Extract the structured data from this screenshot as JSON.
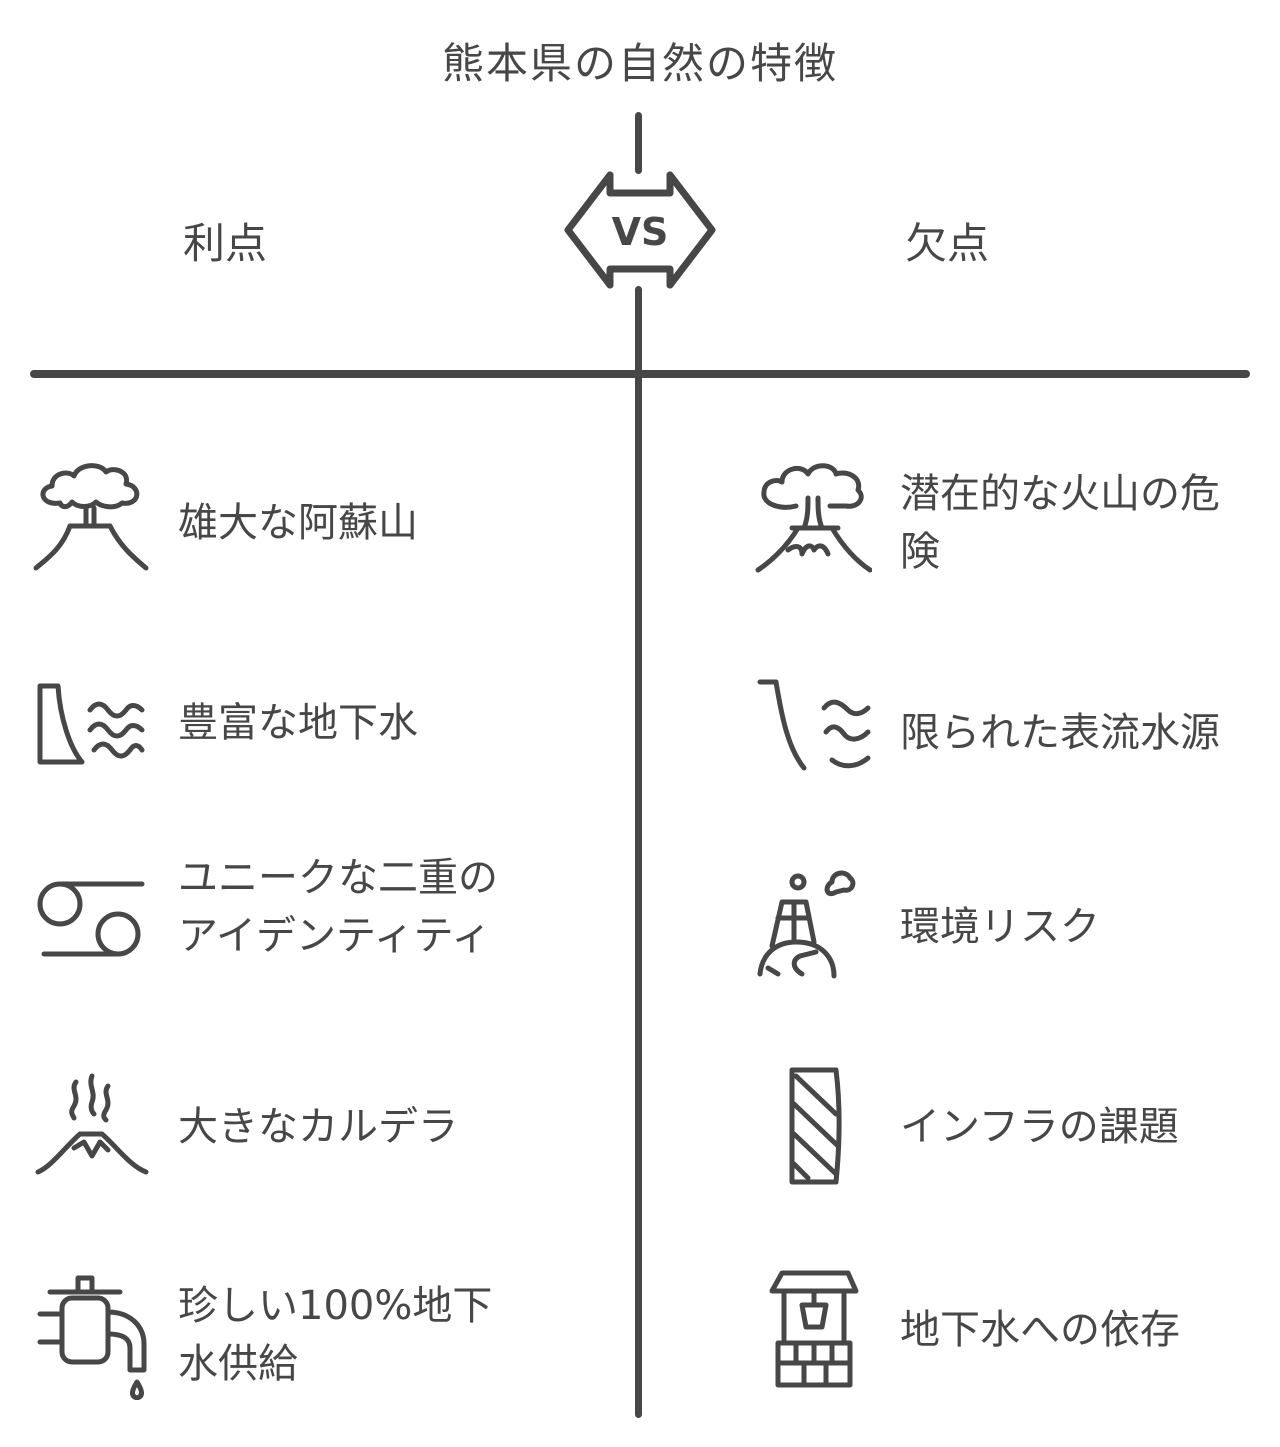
{
  "title": "熊本県の自然の特徴",
  "vs_label": "VS",
  "columns": {
    "left": {
      "header": "利点",
      "items": [
        {
          "icon": "volcano-cloud-icon",
          "label": "雄大な阿蘇山"
        },
        {
          "icon": "dam-water-icon",
          "label": "豊富な地下水"
        },
        {
          "icon": "double-loop-icon",
          "label": "ユニークな二重のアイデンティティ"
        },
        {
          "icon": "steaming-mountain-icon",
          "label": "大きなカルデラ"
        },
        {
          "icon": "water-tap-icon",
          "label": "珍しい100%地下水供給"
        }
      ]
    },
    "right": {
      "header": "欠点",
      "items": [
        {
          "icon": "erupting-volcano-icon",
          "label": "潜在的な火山の危険"
        },
        {
          "icon": "dry-stream-icon",
          "label": "限られた表流水源"
        },
        {
          "icon": "factory-pollution-icon",
          "label": "環境リスク"
        },
        {
          "icon": "barrier-icon",
          "label": "インフラの課題"
        },
        {
          "icon": "water-well-icon",
          "label": "地下水への依存"
        }
      ]
    }
  },
  "colors": {
    "ink": "#474747",
    "background": "#ffffff"
  }
}
